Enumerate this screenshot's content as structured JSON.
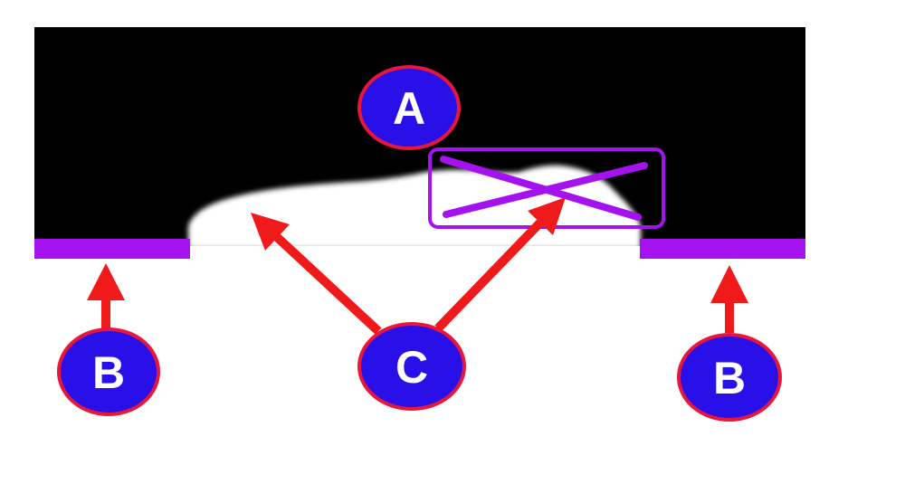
{
  "colors": {
    "background": "#ffffff",
    "black_region": "#000000",
    "white_fill": "#ffffff",
    "edge_bars": "#a512f0",
    "cross_box": "#a512f0",
    "arrows": "#f01a1a",
    "marker_fill": "#2a10e8",
    "marker_border": "#e8163a",
    "marker_text": "#ffffff"
  },
  "labels": {
    "a": "A",
    "b_left": "B",
    "b_right": "B",
    "c": "C"
  },
  "icons": {
    "arrow": "arrow-up",
    "cross": "x-mark"
  }
}
